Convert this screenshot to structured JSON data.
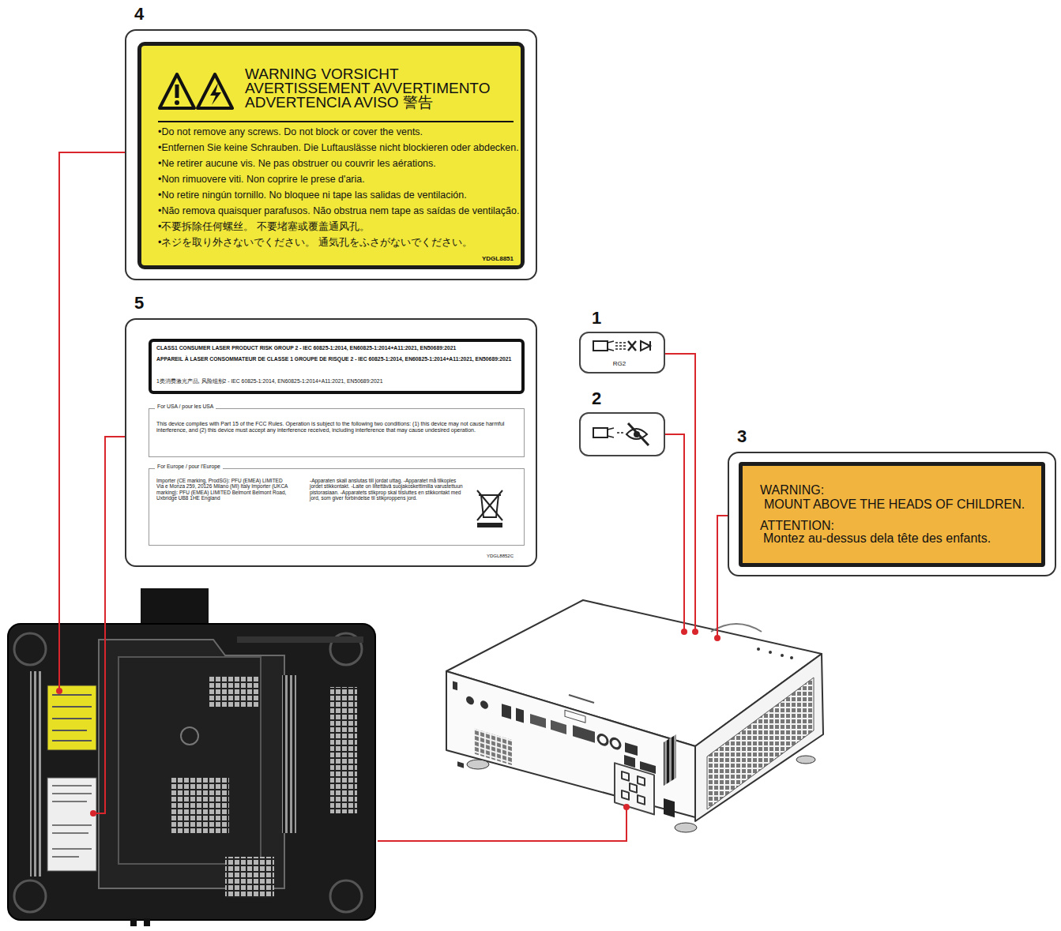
{
  "diagram": {
    "nodes": [
      {
        "text": [
          "4",
          "WARNING VORSICHT AVERTISSEMENT AVVERTIMENTO ADVERTENCIA AVISO 警告",
          "•Do not remove any screws. Do not block or cover the vents.",
          "•Entfernen Sie keine Schrauben. Die Luftauslässe nicht blockieren oder abdecken.",
          "•Ne retirer aucune vis. Ne pas obstruer ou couvrir les aérations.",
          "•Non rimuovere viti. Non coprire le prese d'aria.",
          "•No retire ningún tornillo. No bloquee ni tape las salidas de ventilación.",
          "•Não remova quaisquer parafusos. Não obstrua nem tape as saídas de ventilação.",
          "•不要拆除任何螺丝。 不要堵塞或覆盖通风孔。",
          "•ネジを取り外さないでください。 通気孔をふさがないでください。",
          "YDGL8851"
        ]
      },
      {
        "text": [
          "5",
          "CLASS1 CONSUMER LASER PRODUCT RISK GROUP 2 - IEC 60825-1:2014, EN60825-1:2014+A11:2021, EN50689:2021",
          "APPAREIL À LASER CONSOMMATEUR DE CLASSE 1 GROUPE DE RISQUE 2 - IEC 60825-1:2014, EN60825-1:2014+A11:2021, EN50689:2021",
          "1类消费激光产品, 风险组别2 - IEC 60825-1:2014, EN60825-1:2014+A11:2021, EN50689:2021",
          "For USA / pour les USA",
          "This device complies with Part 15 of the FCC Rules. Operation is subject to the following two conditions: (1) this device may not cause harmful interference, and (2) this device must accept any interference received, including interference that may cause undesired operation.",
          "For Europe / pour l'Europe",
          "Importer (CE marking, ProdSG): PFU (EMEA) LIMITED Via e Monza 259, 20126 Milano (MI) Italy Importer (UKCA marking): PFU (EMEA) LIMITED Belmont Belmont Road, Uxbridge UB8 1HE England",
          "-Apparaten skall anslutas till jordat uttag. -Apparatet må tilkoples jordet stikkontakt. -Laite on liitettävä suojakoskettimilla varustettuun pistorasiaan. -Apparatets stikprop skal tilsluttes en stikkontakt med jord, som giver forbindelse til stikproppens jord.",
          "YDGL8852C"
        ]
      },
      {
        "text": [
          "1",
          "RG2"
        ]
      },
      {
        "text": [
          "2"
        ]
      },
      {
        "text": [
          "3",
          "WARNING:",
          "MOUNT ABOVE THE HEADS OF CHILDREN.",
          "ATTENTION:",
          "Montez au-dessus dela tête des enfants."
        ]
      }
    ]
  }
}
